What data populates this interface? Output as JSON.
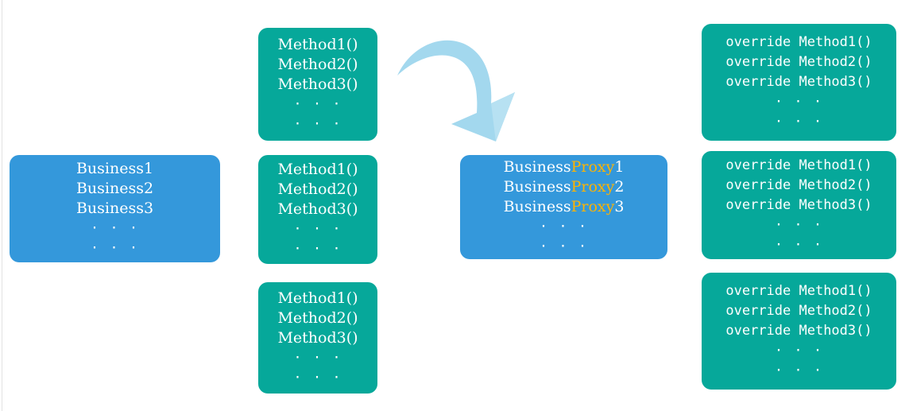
{
  "diagram": {
    "title": "proxy-pattern-diagram",
    "colors": {
      "blue": "#3498db",
      "teal": "#06a89a",
      "arrow": "#a3d8ee",
      "accent_orange": "#ffb300",
      "text": "#ffffff",
      "background": "#ffffff",
      "page_rule": "#e2e2e2"
    },
    "ellipsis": "· · ·",
    "business_box": {
      "lines": [
        "Business1",
        "Business2",
        "Business3"
      ],
      "dots": [
        "· · ·",
        "· · ·"
      ]
    },
    "method_boxes": [
      {
        "lines": [
          "Method1()",
          "Method2()",
          "Method3()"
        ],
        "dots": [
          "· · ·",
          "· · ·"
        ]
      },
      {
        "lines": [
          "Method1()",
          "Method2()",
          "Method3()"
        ],
        "dots": [
          "· · ·",
          "· · ·"
        ]
      },
      {
        "lines": [
          "Method1()",
          "Method2()",
          "Method3()"
        ],
        "dots": [
          "· · ·",
          "· · ·"
        ]
      }
    ],
    "proxy_box": {
      "lines": [
        {
          "prefix": "Business",
          "accent": "Proxy",
          "suffix": "1"
        },
        {
          "prefix": "Business",
          "accent": "Proxy",
          "suffix": "2"
        },
        {
          "prefix": "Business",
          "accent": "Proxy",
          "suffix": "3"
        }
      ],
      "dots": [
        "· · ·",
        "· · ·"
      ]
    },
    "override_boxes": [
      {
        "lines": [
          "override Method1()",
          "override Method2()",
          "override Method3()"
        ],
        "dots": [
          "· · ·",
          "· · ·"
        ]
      },
      {
        "lines": [
          "override Method1()",
          "override Method2()",
          "override Method3()"
        ],
        "dots": [
          "· · ·",
          "· · ·"
        ]
      },
      {
        "lines": [
          "override Method1()",
          "override Method2()",
          "override Method3()"
        ],
        "dots": [
          "· · ·",
          "· · ·"
        ]
      }
    ],
    "arrow": {
      "name": "curved-arrow-icon",
      "direction": "down-right"
    }
  }
}
